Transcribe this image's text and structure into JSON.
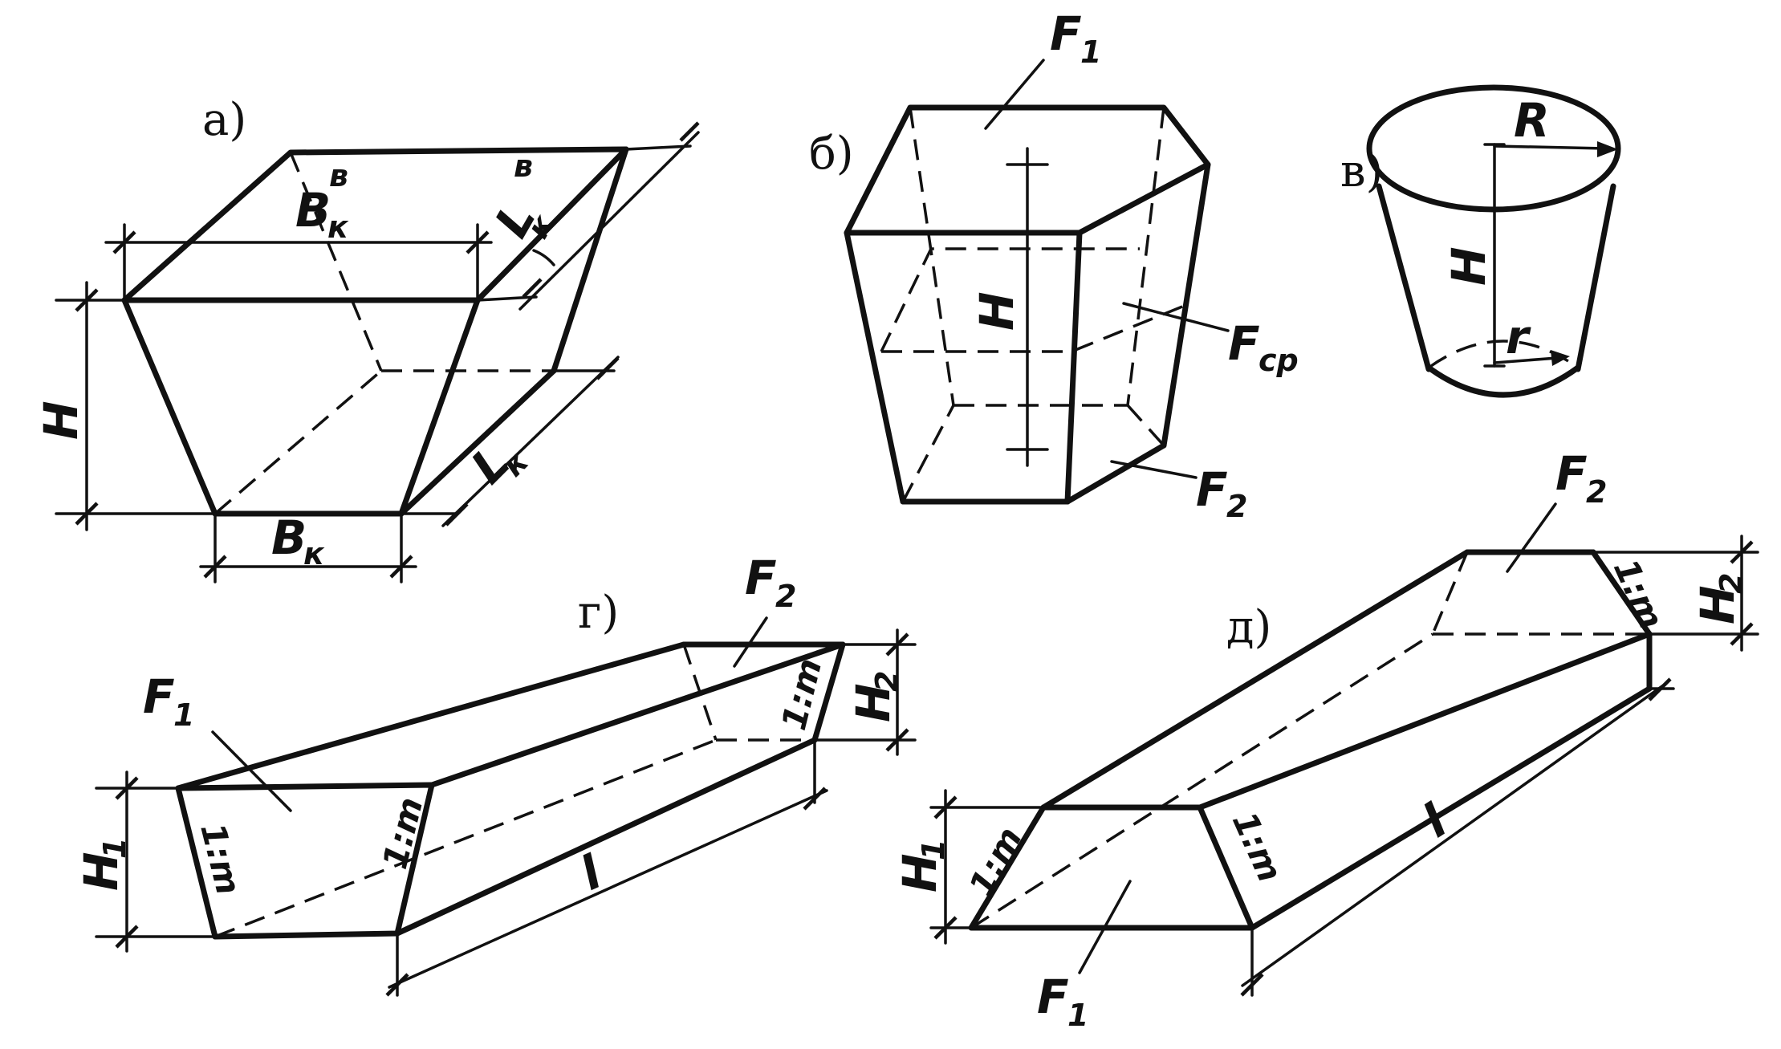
{
  "figure": {
    "panels": {
      "a": {
        "label": "а)",
        "H": "H",
        "B": "B",
        "B_sub": "к",
        "B_sup": "в",
        "L": "L",
        "L_sub": "к",
        "L_sup": "в",
        "Lk": "L",
        "Lk_sub": "к",
        "Bk": "B",
        "Bk_sub": "к"
      },
      "b": {
        "label": "б)",
        "F1": "F",
        "F1_sub": "1",
        "H": "H",
        "Fcp": "F",
        "Fcp_sub": "ср",
        "F2": "F",
        "F2_sub": "2"
      },
      "v": {
        "label": "в)",
        "R": "R",
        "H": "H",
        "r": "r"
      },
      "g": {
        "label": "г)",
        "F1": "F",
        "F1_sub": "1",
        "F2": "F",
        "F2_sub": "2",
        "H1": "H",
        "H1_sub": "1",
        "H2": "H",
        "H2_sub": "2",
        "slope": "1:m",
        "l": "l"
      },
      "d": {
        "label": "д)",
        "F1": "F",
        "F1_sub": "1",
        "F2": "F",
        "F2_sub": "2",
        "H1": "H",
        "H1_sub": "1",
        "H2": "H",
        "H2_sub": "2",
        "slope": "1:m",
        "l": "l"
      }
    }
  }
}
